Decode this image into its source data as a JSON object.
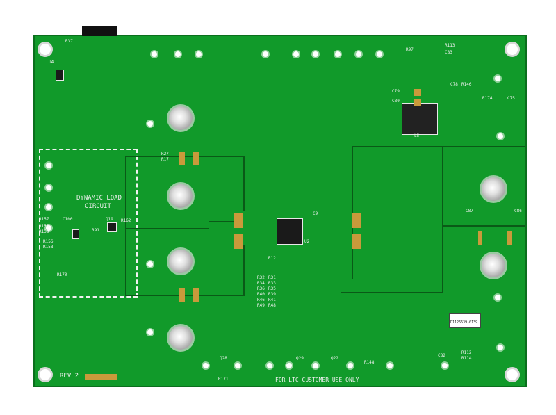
{
  "board": {
    "rev": "REV 2",
    "customer_use": "FOR LTC CUSTOMER USE ONLY",
    "dynamic_load_line1": "DYNAMIC LOAD",
    "dynamic_load_line2": "CIRCUIT",
    "serial": "D1126639-0139",
    "designators": {
      "u4": "U4",
      "r37": "R37",
      "l5": "L5",
      "c79": "C79",
      "c80": "C80",
      "c78": "C78",
      "r146": "R146",
      "r174": "R174",
      "c75": "C75",
      "r27": "R27",
      "r17": "R17",
      "r157": "R157",
      "r153": "R153",
      "r155": "R155",
      "r156": "R156",
      "r158": "R158",
      "c100": "C100",
      "q19": "Q19",
      "r162": "R162",
      "r91": "R91",
      "r170": "R170",
      "c87": "C87",
      "c86": "C86",
      "q28": "Q28",
      "q29": "Q29",
      "q22": "Q22",
      "r148": "R148",
      "r112": "R112",
      "r114": "R114",
      "c82": "C82",
      "r171": "R171",
      "c9": "C9",
      "u2": "U2",
      "r12": "R12",
      "r32": "R32",
      "r34": "R34",
      "r36": "R36",
      "r40": "R40",
      "r46": "R46",
      "r49": "R49",
      "r31": "R31",
      "r33": "R33",
      "r35": "R35",
      "r39": "R39",
      "r41": "R41",
      "r48": "R48",
      "r97": "R97",
      "r113": "R113",
      "c83": "C83"
    }
  },
  "colors": {
    "board": "#119a2a",
    "silkscreen": "#f2f2f2",
    "copper": "#c99a3b"
  }
}
